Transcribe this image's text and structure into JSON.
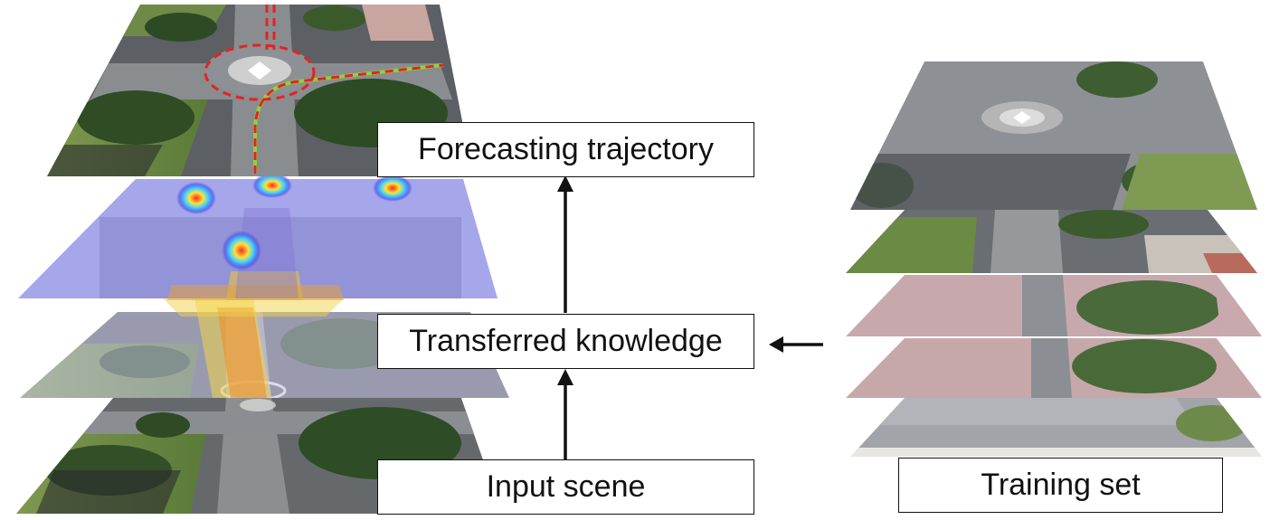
{
  "labels": {
    "forecasting": "Forecasting trajectory",
    "transferred": "Transferred knowledge",
    "input": "Input scene",
    "training": "Training set"
  },
  "colors": {
    "aerial_gray": "#5f6266",
    "road": "#8a8d90",
    "grass": "#6f8a47",
    "tree": "#2c4a22",
    "shadow": "#2b2d30",
    "roof": "#c9a9ad",
    "heat_layer": "#a9a9ec",
    "trajectory_red": "#e52222",
    "trajectory_green": "#8bd33b",
    "arrow": "#111111"
  },
  "icons": [
    "arrow-up-icon",
    "arrow-left-icon"
  ]
}
